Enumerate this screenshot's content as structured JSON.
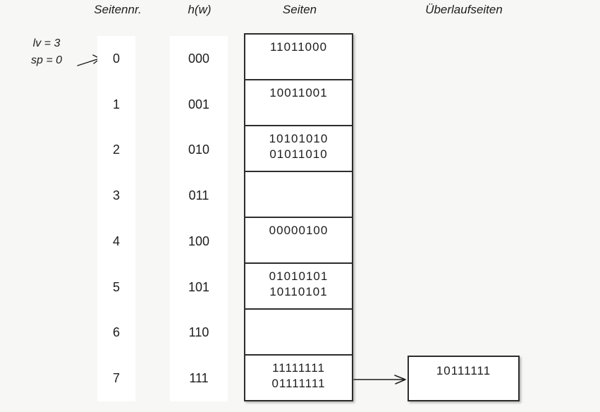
{
  "headers": {
    "seitennr": "Seitennr.",
    "hw": "h(w)",
    "seiten": "Seiten",
    "ueberlaufseiten": "Überlaufseiten"
  },
  "annotation": {
    "lv": "lv = 3",
    "sp": "sp = 0"
  },
  "rows": [
    {
      "page": "0",
      "hash": "000",
      "entries": [
        "11011000"
      ]
    },
    {
      "page": "1",
      "hash": "001",
      "entries": [
        "10011001"
      ]
    },
    {
      "page": "2",
      "hash": "010",
      "entries": [
        "10101010",
        "01011010"
      ]
    },
    {
      "page": "3",
      "hash": "011",
      "entries": []
    },
    {
      "page": "4",
      "hash": "100",
      "entries": [
        "00000100"
      ]
    },
    {
      "page": "5",
      "hash": "101",
      "entries": [
        "01010101",
        "10110101"
      ]
    },
    {
      "page": "6",
      "hash": "110",
      "entries": []
    },
    {
      "page": "7",
      "hash": "111",
      "entries": [
        "11111111",
        "01111111"
      ]
    }
  ],
  "overflow": {
    "from_page": "7",
    "entries": [
      "10111111"
    ]
  },
  "colors": {
    "background": "#f7f7f5",
    "panel": "#ffffff",
    "box_border": "#2d2d2d",
    "text": "#1c1c1c"
  }
}
